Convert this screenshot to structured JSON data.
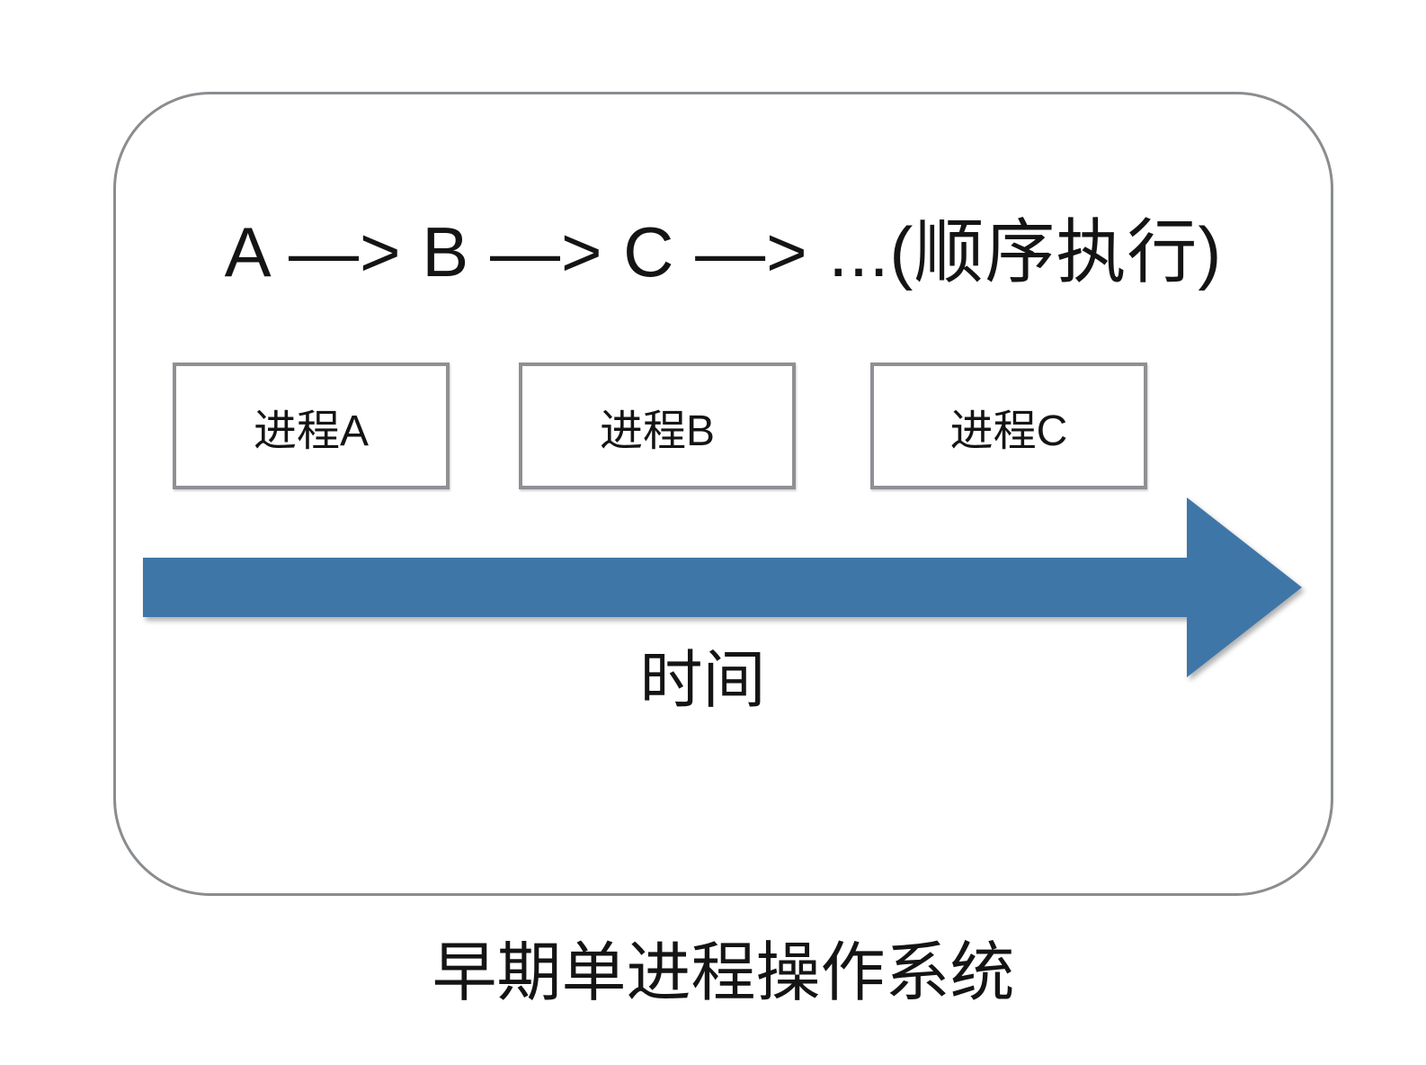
{
  "diagram": {
    "sequence_title": "A —> B —> C —> ...(顺序执行)",
    "processes": [
      {
        "label": "进程A"
      },
      {
        "label": "进程B"
      },
      {
        "label": "进程C"
      }
    ],
    "arrow_label": "时间",
    "caption": "早期单进程操作系统",
    "colors": {
      "arrow_blue": "#3f76a8",
      "frame_border_gray": "#8a8d90",
      "box_border_gray": "#8e9094",
      "text_black": "#141414"
    }
  }
}
